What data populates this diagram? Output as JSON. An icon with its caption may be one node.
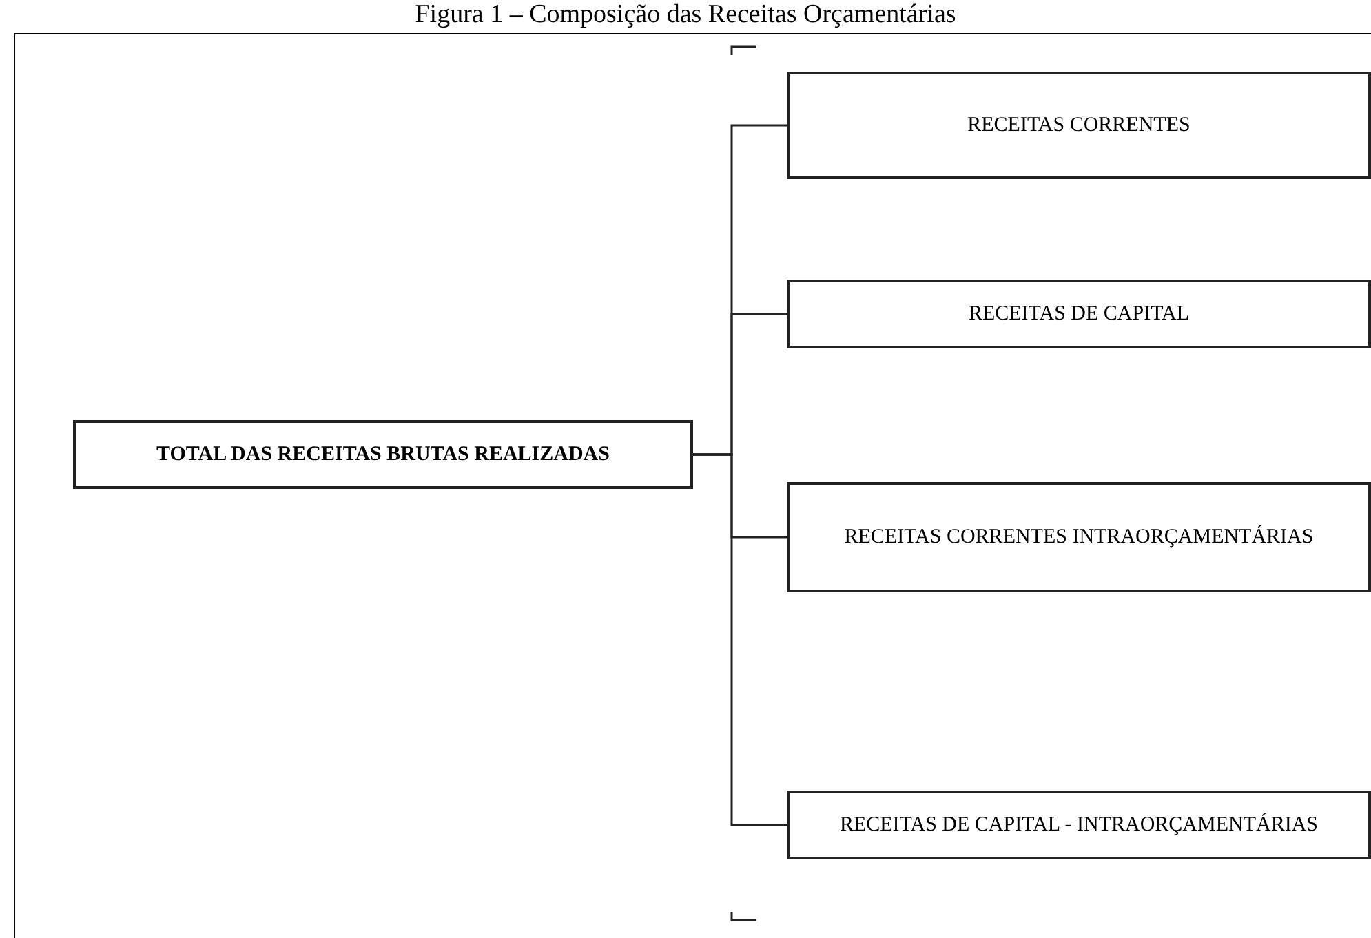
{
  "diagram": {
    "title": "Figura 1 – Composição das Receitas Orçamentárias",
    "nodes": [
      {
        "text": [
          "TOTAL DAS RECEITAS BRUTAS REALIZADAS"
        ]
      },
      {
        "text": [
          "RECEITAS CORRENTES"
        ]
      },
      {
        "text": [
          "RECEITAS DE CAPITAL"
        ]
      },
      {
        "text": [
          "RECEITAS CORRENTES INTRAORÇAMENTÁRIAS"
        ]
      },
      {
        "text": [
          "RECEITAS DE CAPITAL - INTRAORÇAMENTÁRIAS"
        ]
      }
    ],
    "edges": [
      {
        "from": 0,
        "to": 1,
        "arrow": "none"
      },
      {
        "from": 0,
        "to": 2,
        "arrow": "none"
      },
      {
        "from": 0,
        "to": 3,
        "arrow": "none"
      },
      {
        "from": 0,
        "to": 4,
        "arrow": "none"
      }
    ]
  }
}
